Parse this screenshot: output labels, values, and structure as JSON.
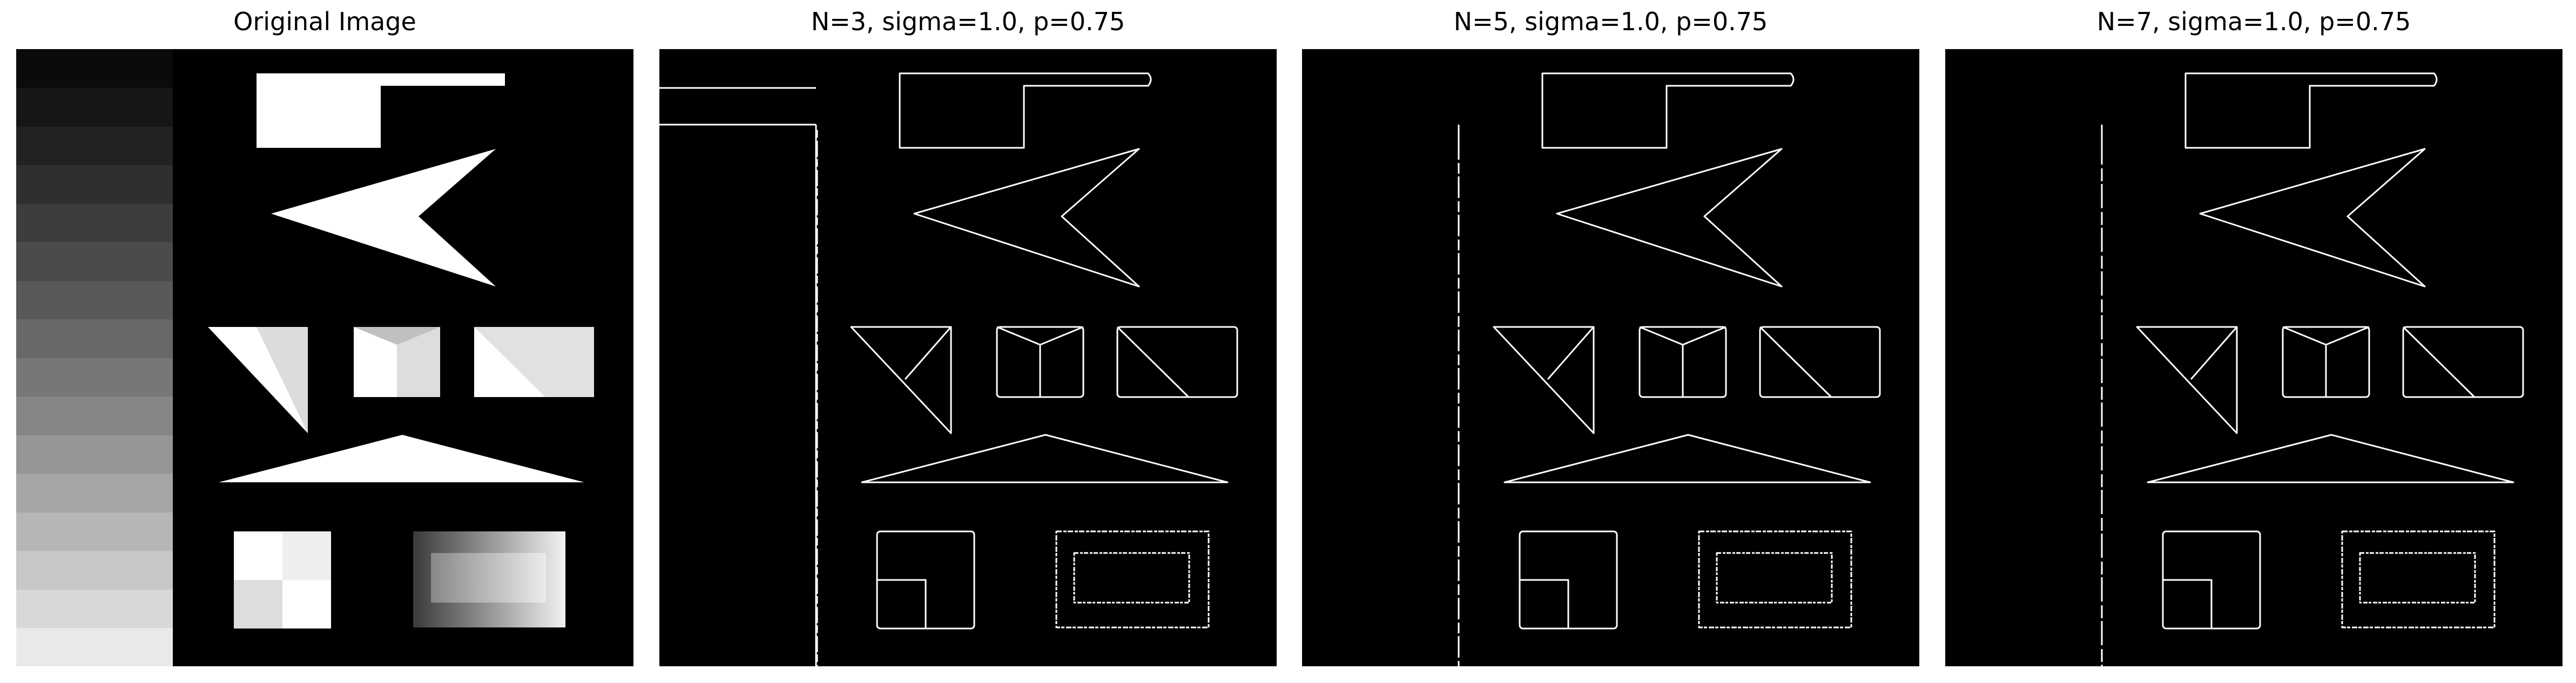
{
  "panels": [
    {
      "title": "Original Image",
      "kind": "original"
    },
    {
      "title": "N=3, sigma=1.0, p=0.75",
      "kind": "edges",
      "variant": "n3"
    },
    {
      "title": "N=5, sigma=1.0, p=0.75",
      "kind": "edges",
      "variant": "n5"
    },
    {
      "title": "N=7, sigma=1.0, p=0.75",
      "kind": "edges",
      "variant": "n7"
    }
  ],
  "colors": {
    "background": "#000000",
    "foreground": "#ffffff",
    "figure_bg": "#ffffff"
  }
}
